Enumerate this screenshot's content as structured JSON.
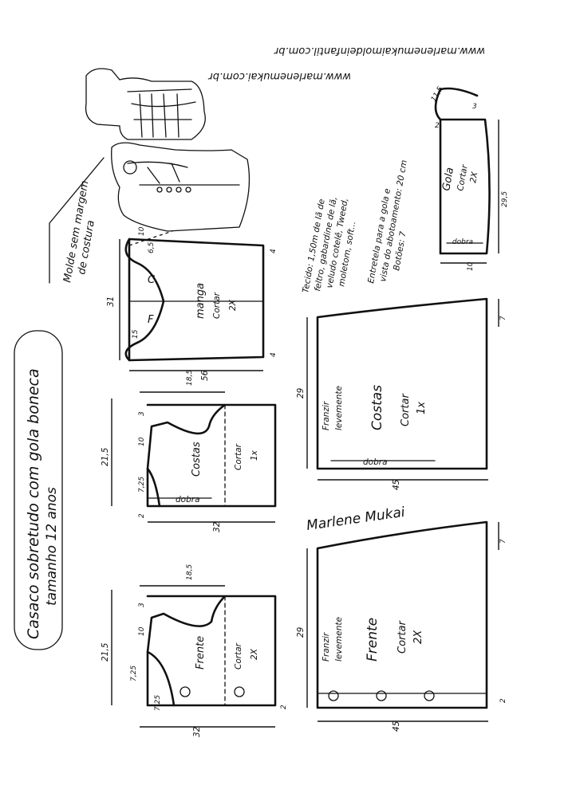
{
  "title": {
    "line1": "Casaco sobretudo com gola boneca",
    "line2": "tamanho 12 anos"
  },
  "note": {
    "line1": "Molde sem margem",
    "line2": "de costura"
  },
  "urls": {
    "line1": "www.marlenemukaimoldeinfantil.com.br",
    "line2": "www.marlenemukai.com.br"
  },
  "fabric": {
    "l1": "Tecido: 1,50m de lã de",
    "l2": "feltro, gabardine de lã,",
    "l3": "veludo cotelê, Tweed,",
    "l4": "moletom, soft...",
    "l5": "Entretela para a gola e",
    "l6": "vista do abotoamento: 20 cm",
    "l7": "Botões: 7"
  },
  "gola": {
    "name": "Gola",
    "cut": "Cortar",
    "qty": "2X",
    "fold": "dobra",
    "d_top": "11,5",
    "d_3": "3",
    "d_2": "2",
    "d_len": "29,5",
    "d_w": "10"
  },
  "manga": {
    "name": "manga",
    "cut": "Cortar",
    "qty": "2X",
    "C": "C",
    "F": "F",
    "d_31": "31",
    "d_56": "56",
    "d_10": "10",
    "d_4a": "4",
    "d_4b": "4",
    "d_65": "6,5",
    "d_15": "15"
  },
  "costas_top": {
    "name": "Costas",
    "cut": "Cortar",
    "qty": "1x",
    "fold": "dobra",
    "d_185": "18,5",
    "d_3": "3",
    "d_10": "10",
    "d_725": "7,25",
    "d_2": "2",
    "d_215": "21,5",
    "d_32": "32"
  },
  "frente_top": {
    "name": "Frente",
    "cut": "Cortar",
    "qty": "2X",
    "d_185": "18,5",
    "d_3": "3",
    "d_10": "10",
    "d_725": "7,25",
    "d_725b": "7,25",
    "d_2": "2",
    "d_215": "21,5",
    "d_32": "32"
  },
  "costas_skirt": {
    "name": "Costas",
    "cut": "Cortar",
    "qty": "1x",
    "fold": "dobra",
    "gather1": "Franzir",
    "gather2": "levemente",
    "d_29": "29",
    "d_45": "45",
    "d_7": "7"
  },
  "frente_skirt": {
    "name": "Frente",
    "cut": "Cortar",
    "qty": "2X",
    "gather1": "Franzir",
    "gather2": "levemente",
    "d_29": "29",
    "d_45": "45",
    "d_7": "7",
    "d_2": "2"
  },
  "signature": "Marlene Mukai"
}
